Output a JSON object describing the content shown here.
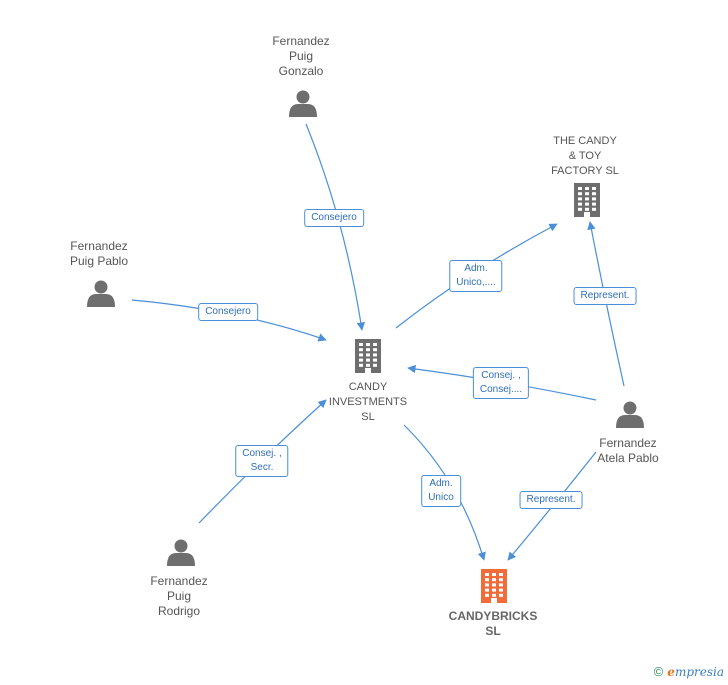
{
  "colors": {
    "edge": "#4a8fd8",
    "person": "#6e6e6e",
    "company": "#6e6e6e",
    "focus_company": "#f26b3a"
  },
  "nodes": [
    {
      "id": "gonzalo",
      "type": "person",
      "label": "Fernandez\nPuig\nGonzalo"
    },
    {
      "id": "pablo",
      "type": "person",
      "label": "Fernandez\nPuig Pablo"
    },
    {
      "id": "toy",
      "type": "company",
      "label": "THE CANDY\n& TOY\nFACTORY SL"
    },
    {
      "id": "invest",
      "type": "company",
      "label": "CANDY\nINVESTMENTS\nSL"
    },
    {
      "id": "atela",
      "type": "person",
      "label": "Fernandez\nAtela Pablo"
    },
    {
      "id": "rodrigo",
      "type": "person",
      "label": "Fernandez\nPuig\nRodrigo"
    },
    {
      "id": "bricks",
      "type": "focus",
      "label": "CANDYBRICKS\nSL"
    }
  ],
  "edges": [
    {
      "from": "gonzalo",
      "to": "invest",
      "label": "Consejero"
    },
    {
      "from": "pablo",
      "to": "invest",
      "label": "Consejero"
    },
    {
      "from": "invest",
      "to": "toy",
      "label": "Adm.\nUnico,...."
    },
    {
      "from": "atela",
      "to": "toy",
      "label": "Represent."
    },
    {
      "from": "atela",
      "to": "invest",
      "label": "Consej. ,\nConsej...."
    },
    {
      "from": "rodrigo",
      "to": "invest",
      "label": "Consej. ,\nSecr."
    },
    {
      "from": "invest",
      "to": "bricks",
      "label": "Adm.\nUnico"
    },
    {
      "from": "atela",
      "to": "bricks",
      "label": "Represent."
    }
  ],
  "footer": {
    "copyright": "©",
    "brand_e": "e",
    "brand_rest": "mpresia"
  }
}
